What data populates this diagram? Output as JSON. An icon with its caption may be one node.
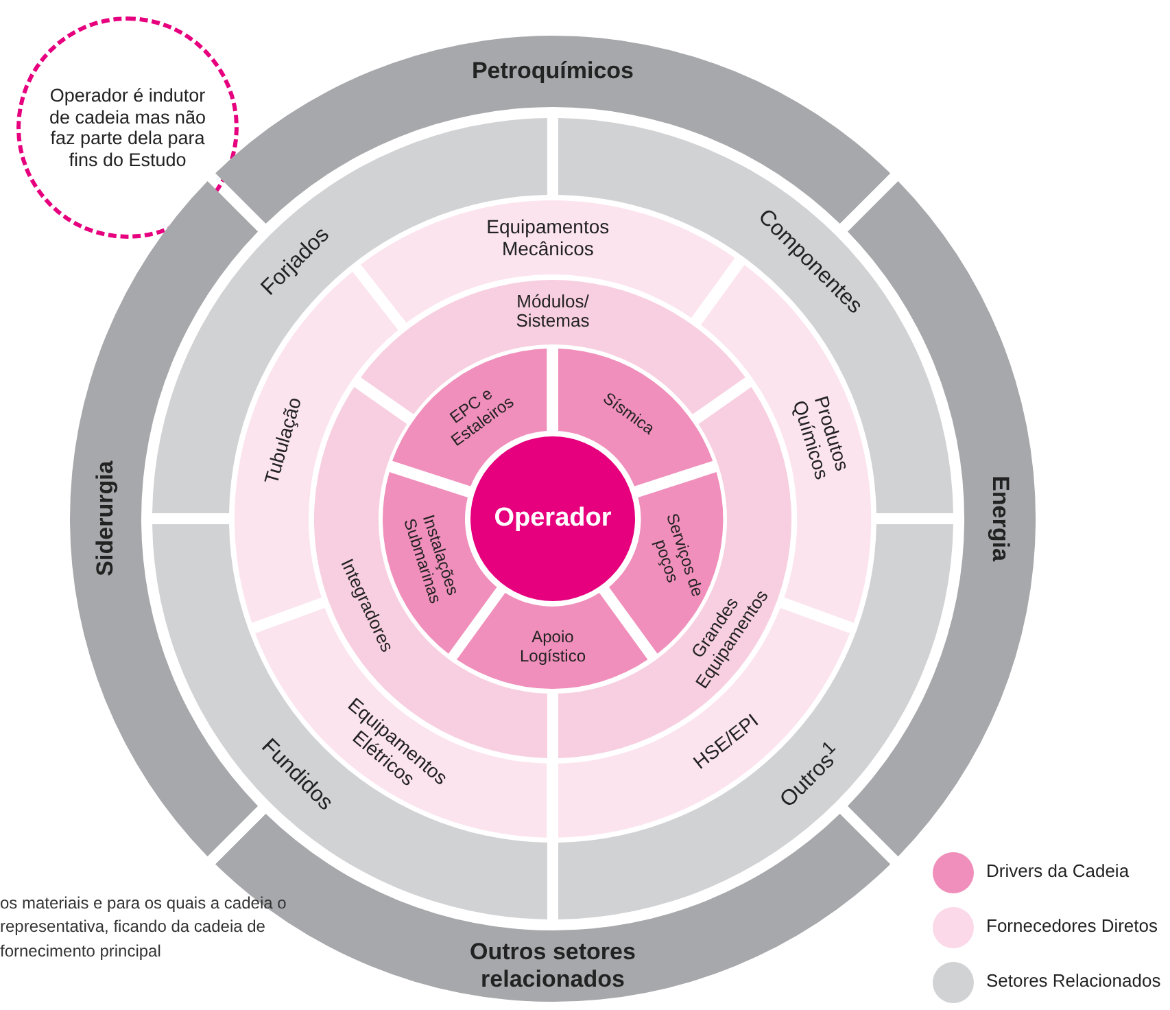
{
  "diagram": {
    "nodes": [
      {
        "text": [
          "Operador é indutor de cadeia mas não faz parte dela para fins do Estudo"
        ]
      },
      {
        "text": [
          "Petroquímicos"
        ]
      },
      {
        "text": [
          "Energia"
        ]
      },
      {
        "text": [
          "Outros setores relacionados"
        ]
      },
      {
        "text": [
          "Siderurgia"
        ]
      },
      {
        "text": [
          "Forjados"
        ]
      },
      {
        "text": [
          "Componentes"
        ]
      },
      {
        "text": [
          "Outros$^{1}$"
        ]
      },
      {
        "text": [
          "Fundidos"
        ]
      },
      {
        "text": [
          "Equipamentos Mecânicos"
        ]
      },
      {
        "text": [
          "Produtos Químicos"
        ]
      },
      {
        "text": [
          "HSE/EPI"
        ]
      },
      {
        "text": [
          "Equipamentos Elétricos"
        ]
      },
      {
        "text": [
          "Tubulação"
        ]
      },
      {
        "text": [
          "Módulos/ Sistemas"
        ]
      },
      {
        "text": [
          "Grandes Equipamentos"
        ]
      },
      {
        "text": [
          "Integradores"
        ]
      },
      {
        "text": [
          "EPC e Estaleiros"
        ]
      },
      {
        "text": [
          "Sísmica"
        ]
      },
      {
        "text": [
          "Serviços de poços"
        ]
      },
      {
        "text": [
          "Apoio Logístico"
        ]
      },
      {
        "text": [
          "Instalações Submarinas"
        ]
      },
      {
        "text": [
          "Operador"
        ]
      }
    ],
    "labels": [
      "os materiais e para os quais a cadeia o representativa, ficando da cadeia de fornecimento principal"
    ],
    "legend": [
      {
        "text": "Drivers da Cadeia",
        "color": "#f08fbb"
      },
      {
        "text": "Fornecedores Diretos",
        "color": "#fbd9e8"
      },
      {
        "text": "Setores Relacionados",
        "color": "#d1d2d4"
      }
    ]
  }
}
